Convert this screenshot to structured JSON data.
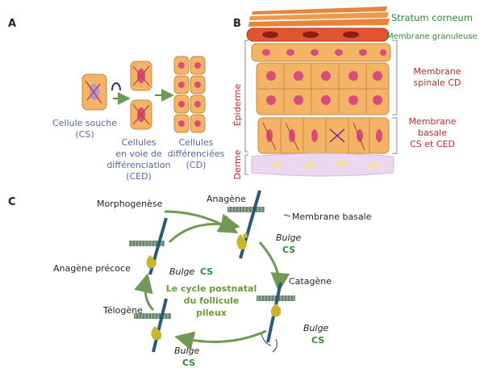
{
  "panels": {
    "a": "A",
    "b": "B",
    "c": "C"
  },
  "panel_a": {
    "stem_label": [
      "Cellule souche",
      "(CS)"
    ],
    "ced_label": [
      "Cellules",
      "en voie de",
      "différenciation",
      "(CED)"
    ],
    "cd_label": [
      "Cellules",
      "différenciées",
      "(CD)"
    ]
  },
  "panel_b": {
    "stratum": "Stratum corneum",
    "granular": "Membrane granuleuse",
    "spinal": [
      "Membrane",
      "spinale CD"
    ],
    "basal": [
      "Membrane",
      "basale",
      "CS et CED"
    ],
    "epiderme": "Épiderme",
    "derme": "Derme"
  },
  "panel_c": {
    "morphogenese": "Morphogenèse",
    "anagene": "Anagène",
    "membrane_basale": "Membrane basale",
    "catagene": "Catagène",
    "telogene": "Télogène",
    "anagene_precoce": "Anagène précoce",
    "bulge": "Bulge",
    "cs": "CS",
    "cycle_title": [
      "Le cycle postnatal",
      "du follicule",
      "pileux"
    ]
  },
  "colors": {
    "label_blue": "#5565a8",
    "label_red": "#c0282e",
    "label_green": "#2e8a3a",
    "cycle_arrow": "#6f9a55",
    "cell_fill": "#f4b467",
    "nucleus": "#d94c7a"
  }
}
